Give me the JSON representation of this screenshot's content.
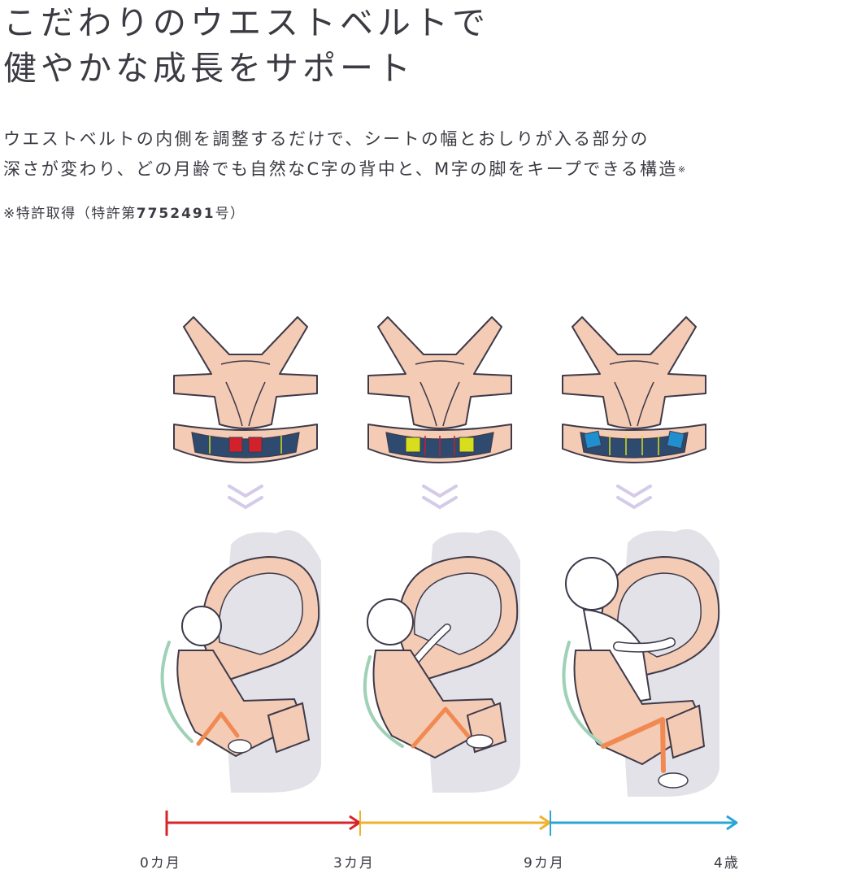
{
  "headline": {
    "line1": "こだわりのウエストベルトで",
    "line2": "健やかな成長をサポート"
  },
  "description": {
    "line1": "ウエストベルトの内側を調整するだけで、シートの幅とおしりが入る部分の",
    "line2": "深さが変わり、どの月齢でも自然なC字の背中と、M字の脚をキープできる構造",
    "line2_mark": "※"
  },
  "patent_note": {
    "prefix": "※特許取得（特許第",
    "number": "7752491",
    "suffix": "号）"
  },
  "stages": [
    {
      "id": "0-3",
      "active_panel_color": "#d3212b",
      "side_panel_color": "#2e4a6e"
    },
    {
      "id": "3-9",
      "active_panel_color": "#d6de1e",
      "side_panel_color": "#2e4a6e"
    },
    {
      "id": "9-48",
      "active_panel_color": "#1f8fd0",
      "side_panel_color": "#2e4a6e"
    }
  ],
  "timeline": {
    "labels": [
      "0カ月",
      "3カ月",
      "9カ月",
      "4歳"
    ],
    "segment_colors": [
      "#d8232a",
      "#f1b12d",
      "#2aa6d6"
    ]
  },
  "colors": {
    "carrier": "#f4cbb4",
    "outline": "#3e3a4a",
    "silhouette": "#e3e2e8",
    "chevron": "#d4cbe8",
    "back_curve": "#9fd1b6",
    "leg_line": "#f08a52"
  }
}
